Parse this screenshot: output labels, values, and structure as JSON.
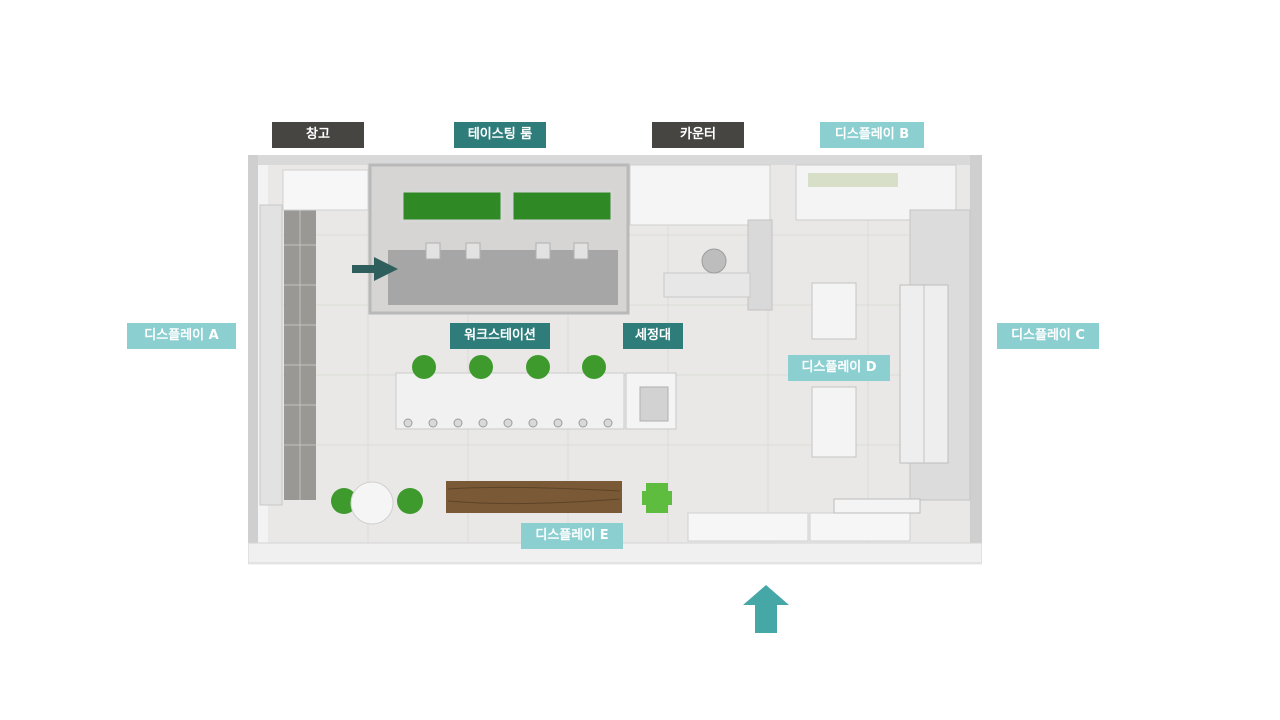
{
  "labels": {
    "storage": "창고",
    "tasting_room": "테이스팅 룸",
    "counter": "카운터",
    "display_b": "디스플레이 B",
    "display_a": "디스플레이 A",
    "workstation": "워크스테이션",
    "sink": "세정대",
    "display_c": "디스플레이 C",
    "display_d": "디스플레이 D",
    "display_e": "디스플레이 E"
  },
  "colors": {
    "dark_label": "#474542",
    "teal_label": "#2f7d7b",
    "light_label": "#8ccfd1",
    "entrance_arrow": "#45a8a6",
    "inner_arrow": "#2f5f5c",
    "chair_green": "#3f9a2e",
    "panel_green": "#2f8a26",
    "wood_table": "#7a5a36"
  },
  "icons": {
    "entrance": "entrance-arrow-icon",
    "tasting_entry": "arrow-right-icon"
  }
}
